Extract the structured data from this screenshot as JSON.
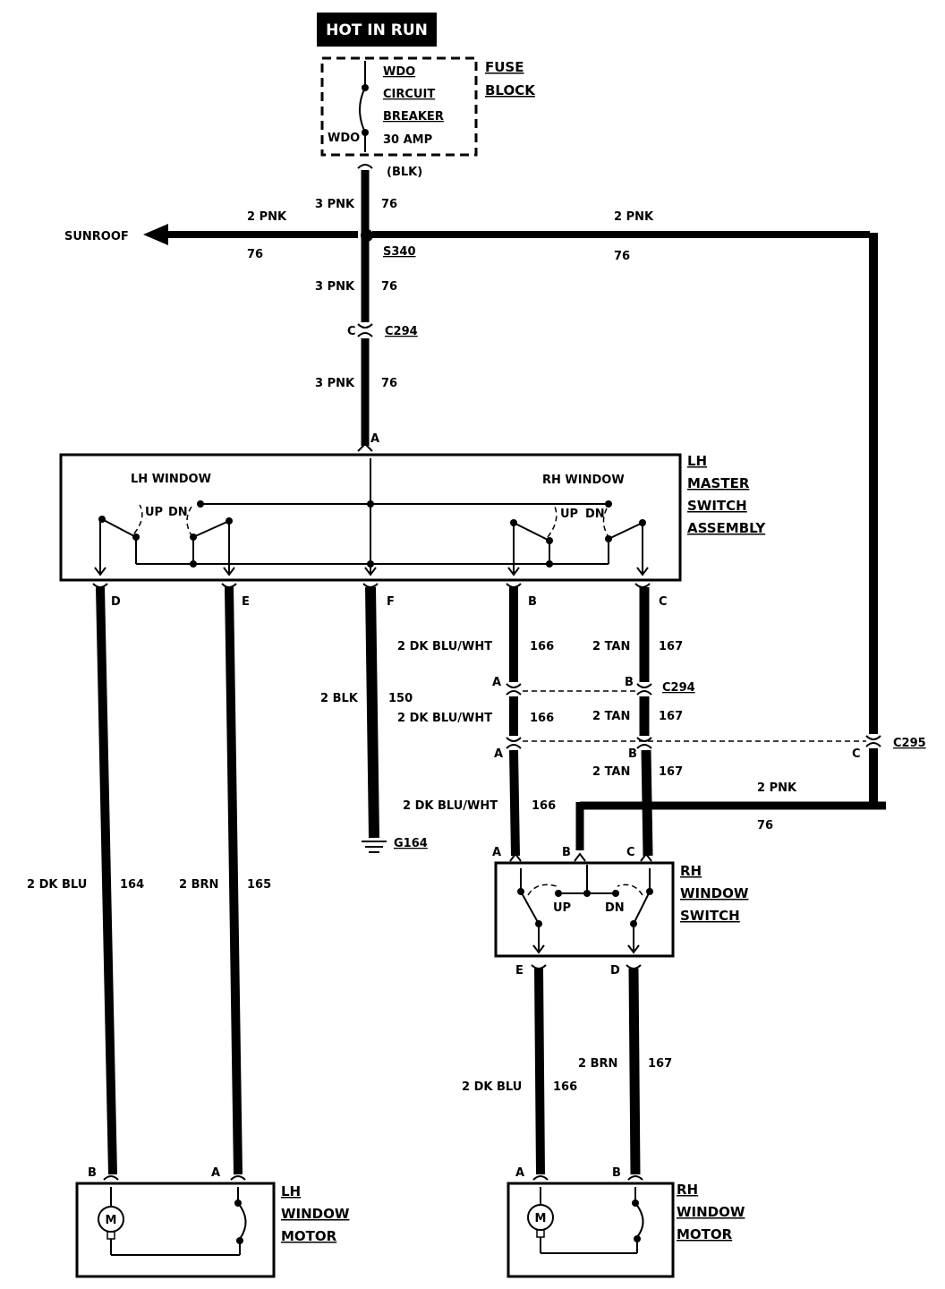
{
  "title": "HOT IN RUN",
  "fuse_block": {
    "label_line1": "FUSE",
    "label_line2": "BLOCK",
    "breaker_line1": "WDO",
    "breaker_line2": "CIRCUIT",
    "breaker_line3": "BREAKER",
    "breaker_rating": "30 AMP",
    "breaker_id": "WDO",
    "color_tag": "(BLK)"
  },
  "feed": {
    "sunroof_label": "SUNROOF",
    "sunroof_wire_size_color": "2 PNK",
    "sunroof_circuit": "76",
    "main_wire_size_color": "3 PNK",
    "main_circuit": "76",
    "splice": "S340",
    "right_wire_size_color": "2 PNK",
    "right_circuit": "76",
    "connector_c294": "C294",
    "pin_c": "C",
    "below_splice_size_color": "3 PNK",
    "below_splice_circuit": "76",
    "below_c294_size_color": "3 PNK",
    "below_c294_circuit": "76"
  },
  "master_switch": {
    "label_line1": "LH",
    "label_line2": "MASTER",
    "label_line3": "SWITCH",
    "label_line4": "ASSEMBLY",
    "lh_window": "LH WINDOW",
    "rh_window": "RH WINDOW",
    "up": "UP",
    "dn": "DN",
    "pin_a": "A",
    "pin_d": "D",
    "pin_e": "E",
    "pin_f": "F",
    "pin_b": "B",
    "pin_c": "C"
  },
  "wires": {
    "d_size_color": "2 DK BLU",
    "d_circuit": "164",
    "e_size_color": "2 BRN",
    "e_circuit": "165",
    "f_size_color": "2 BLK",
    "f_circuit": "150",
    "ground": "G164",
    "b_size_color": "2 DK BLU/WHT",
    "b_circuit": "166",
    "c_size_color": "2 TAN",
    "c_circuit": "167",
    "c294_label": "C294",
    "c294_pin_a": "A",
    "c294_pin_b": "B",
    "c295_label": "C295",
    "c295_pin_a": "A",
    "c295_pin_b": "B",
    "c295_pin_c": "C",
    "pnk_size_color": "2 PNK",
    "pnk_circuit": "76"
  },
  "rh_switch": {
    "label_line1": "RH",
    "label_line2": "WINDOW",
    "label_line3": "SWITCH",
    "pin_a": "A",
    "pin_b": "B",
    "pin_c": "C",
    "pin_e": "E",
    "pin_d": "D",
    "up": "UP",
    "dn": "DN"
  },
  "rh_motor_wires": {
    "e_size_color": "2 DK BLU",
    "e_circuit": "166",
    "d_size_color": "2 BRN",
    "d_circuit": "167"
  },
  "lh_motor": {
    "label_line1": "LH",
    "label_line2": "WINDOW",
    "label_line3": "MOTOR",
    "pin_b": "B",
    "pin_a": "A",
    "motor_symbol": "M"
  },
  "rh_motor": {
    "label_line1": "RH",
    "label_line2": "WINDOW",
    "label_line3": "MOTOR",
    "pin_a": "A",
    "pin_b": "B",
    "motor_symbol": "M"
  }
}
